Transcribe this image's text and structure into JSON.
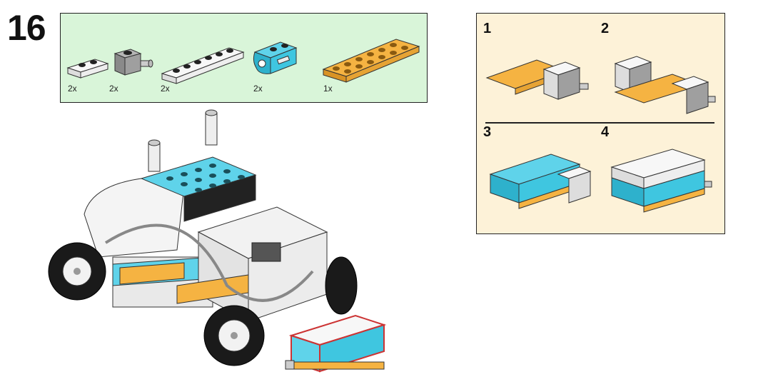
{
  "step": {
    "number": "16"
  },
  "parts": [
    {
      "name": "white 1x2 plate",
      "qty": "2x"
    },
    {
      "name": "gray 1x1 brick with axle",
      "qty": "2x"
    },
    {
      "name": "white 1x6 plate",
      "qty": "2x"
    },
    {
      "name": "azure 1x2 connector brick",
      "qty": "2x"
    },
    {
      "name": "orange 2x6 plate",
      "qty": "1x"
    }
  ],
  "substeps": [
    "1",
    "2",
    "3",
    "4"
  ],
  "colors": {
    "parts_bg": "#d9f5d9",
    "substeps_bg": "#fdf2d8",
    "orange": "#f5b342",
    "azure": "#3fc6e0",
    "gray": "#9a9a9a",
    "white": "#f7f7f7"
  }
}
